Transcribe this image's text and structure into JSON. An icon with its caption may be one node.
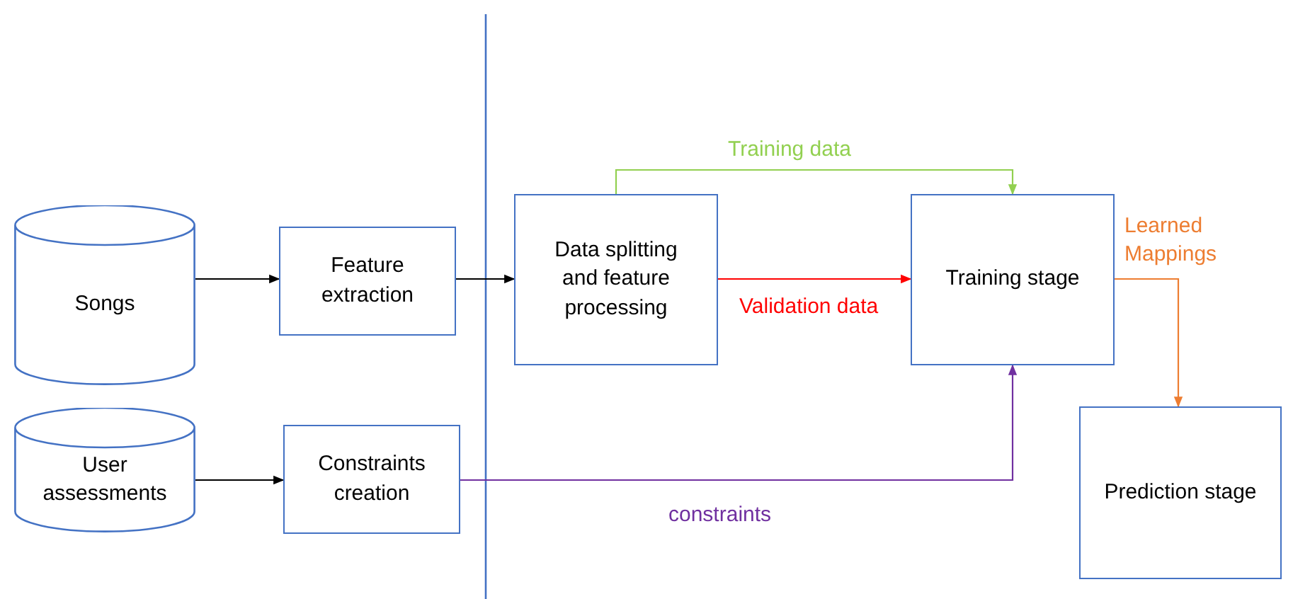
{
  "diagram": {
    "nodes": [
      {
        "text": [
          "Songs"
        ]
      },
      {
        "text": [
          "Feature extraction"
        ]
      },
      {
        "text": [
          "User assessments"
        ]
      },
      {
        "text": [
          "Constraints creation"
        ]
      },
      {
        "text": [
          "Data splitting and feature processing"
        ]
      },
      {
        "text": [
          "Training stage"
        ]
      },
      {
        "text": [
          "Prediction stage"
        ]
      }
    ],
    "edges": [
      {
        "from": 0,
        "to": 1,
        "arrow": "to"
      },
      {
        "from": 1,
        "to": 4,
        "arrow": "to"
      },
      {
        "from": 2,
        "to": 3,
        "arrow": "to"
      },
      {
        "from": 4,
        "to": 5,
        "arrow": "to",
        "label": "Training data",
        "color": "#92d050"
      },
      {
        "from": 4,
        "to": 5,
        "arrow": "to",
        "label": "Validation data",
        "color": "#ff0000"
      },
      {
        "from": 3,
        "to": 5,
        "arrow": "to",
        "label": "constraints",
        "color": "#7030a0"
      },
      {
        "from": 5,
        "to": 6,
        "arrow": "to",
        "label": "Learned Mappings",
        "color": "#ed7d31"
      }
    ]
  }
}
